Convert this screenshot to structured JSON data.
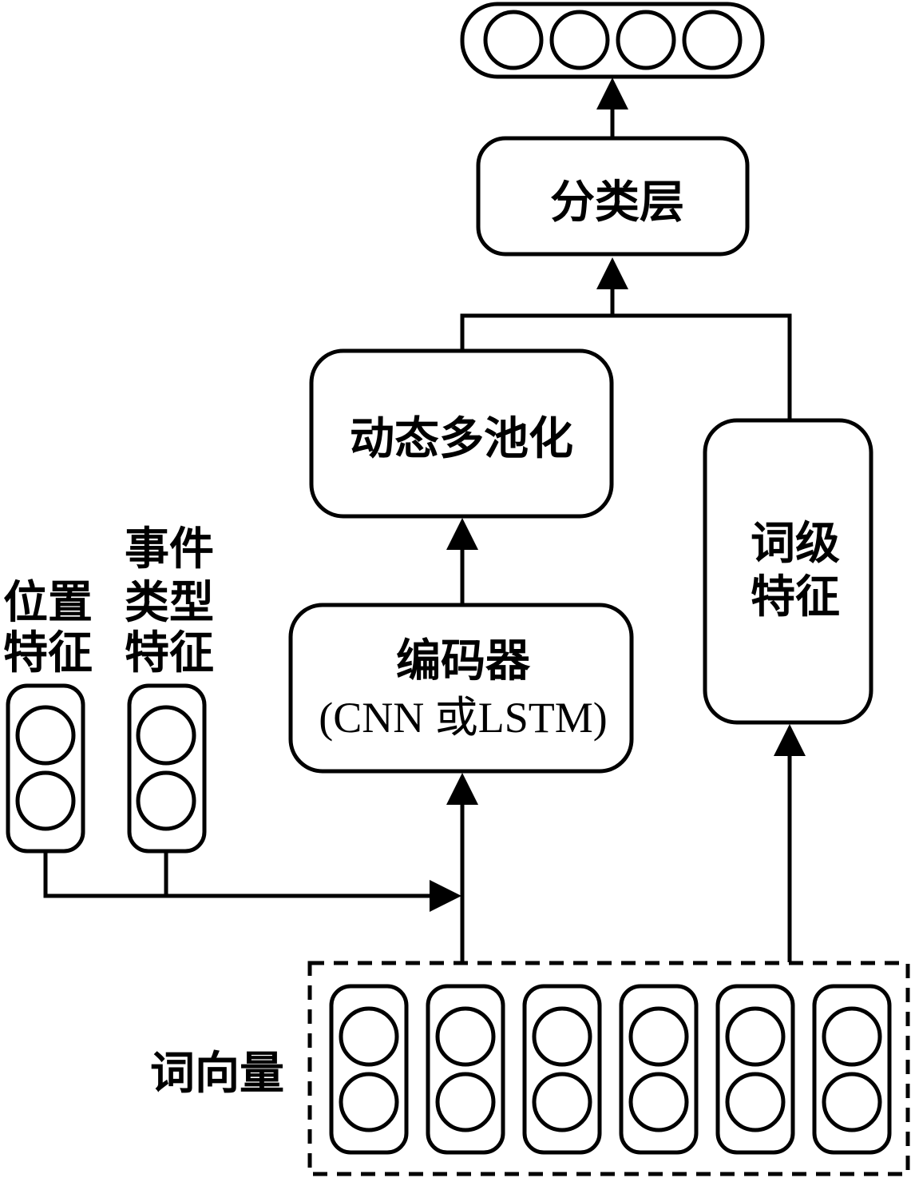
{
  "diagram": {
    "output_layer": {
      "node_count": 4
    },
    "classifier": {
      "label": "分类层"
    },
    "pooling": {
      "label": "动态多池化"
    },
    "encoder": {
      "label_line1": "编码器",
      "label_line2": "(CNN 或LSTM)"
    },
    "word_level": {
      "label_line1": "词级",
      "label_line2": "特征"
    },
    "position_feature": {
      "label_line1": "位置",
      "label_line2": "特征",
      "node_count": 2
    },
    "event_type_feature": {
      "label_line1": "事件",
      "label_line2": "类型",
      "label_line3": "特征",
      "node_count": 2
    },
    "word_vectors": {
      "label": "词向量",
      "vector_count": 6,
      "nodes_per_vector": 2
    }
  }
}
